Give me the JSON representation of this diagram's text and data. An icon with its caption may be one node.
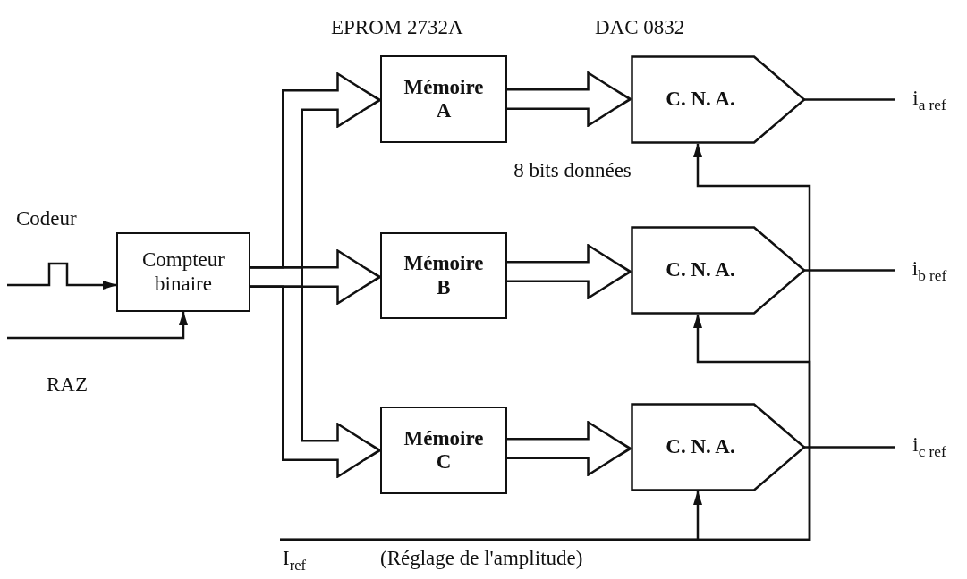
{
  "diagram": {
    "nodes": [
      {
        "text": [
          "Compteur binaire"
        ]
      },
      {
        "text": [
          "Mémoire A"
        ]
      },
      {
        "text": [
          "Mémoire B"
        ]
      },
      {
        "text": [
          "Mémoire C"
        ]
      },
      {
        "text": [
          "C. N. A."
        ]
      },
      {
        "text": [
          "C. N. A."
        ]
      },
      {
        "text": [
          "C. N. A."
        ]
      },
      {
        "text": [
          "i$_{a ref}$"
        ]
      },
      {
        "text": [
          "i$_{b ref}$"
        ]
      },
      {
        "text": [
          "i$_{c ref}$"
        ]
      }
    ],
    "edges": [
      {
        "from": null,
        "to": 0,
        "arrow": "to"
      },
      {
        "from": null,
        "to": 0,
        "arrow": "to"
      },
      {
        "from": 0,
        "to": 1,
        "arrow": "to",
        "style": "thick"
      },
      {
        "from": 0,
        "to": 2,
        "arrow": "to",
        "style": "thick"
      },
      {
        "from": 0,
        "to": 3,
        "arrow": "to",
        "style": "thick"
      },
      {
        "from": 1,
        "to": 4,
        "arrow": "to",
        "style": "thick"
      },
      {
        "from": 2,
        "to": 5,
        "arrow": "to",
        "style": "thick"
      },
      {
        "from": 3,
        "to": 6,
        "arrow": "to",
        "style": "thick"
      },
      {
        "from": 4,
        "to": 7,
        "arrow": "none"
      },
      {
        "from": 5,
        "to": 8,
        "arrow": "none"
      },
      {
        "from": 6,
        "to": 9,
        "arrow": "none"
      },
      {
        "from": null,
        "to": 4,
        "arrow": "to"
      },
      {
        "from": null,
        "to": 5,
        "arrow": "to"
      },
      {
        "from": null,
        "to": 6,
        "arrow": "to"
      }
    ],
    "labels": [
      "EPROM 2732A",
      "DAC 0832",
      "Codeur",
      "8 bits données",
      "RAZ",
      "I$_{ref}$",
      "(Réglage de l'amplitude)"
    ]
  }
}
